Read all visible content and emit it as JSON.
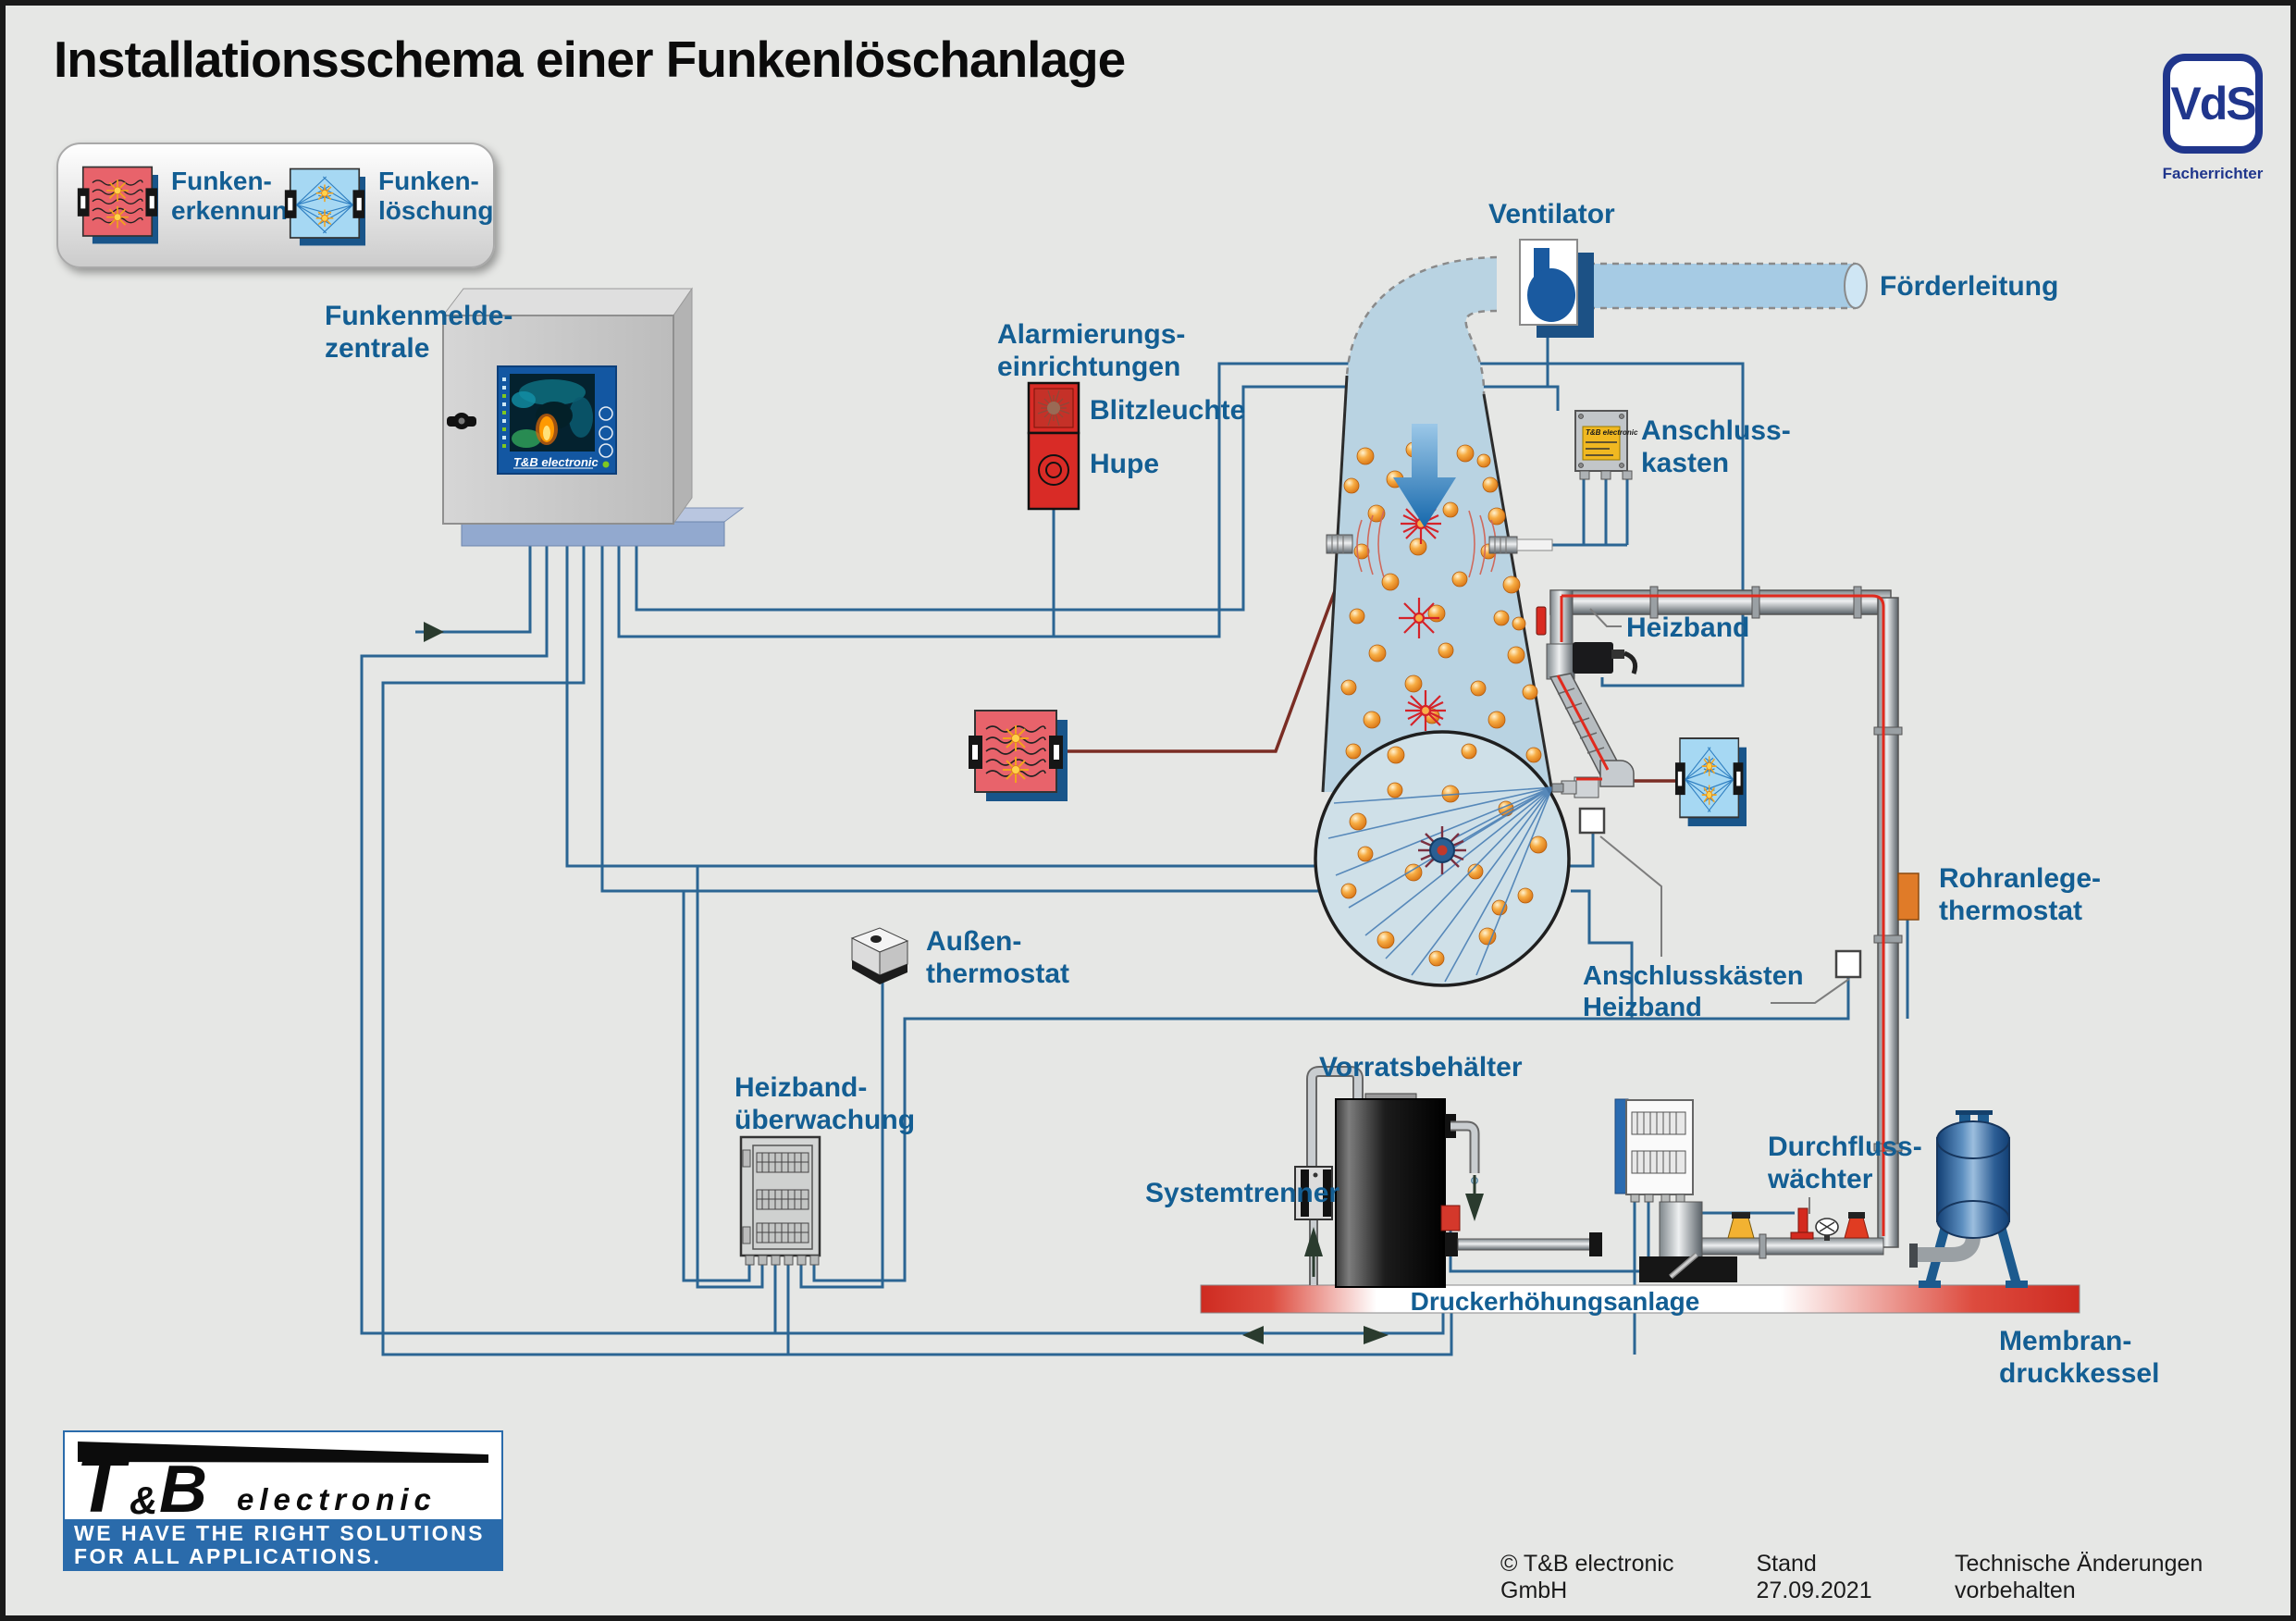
{
  "title": "Installationsschema einer Funkenlöschanlage",
  "vds": {
    "acronym": "VdS",
    "caption": "Facherrichter"
  },
  "legend": {
    "detection_label": "Funken-\nerkennung",
    "extinguishing_label": "Funken-\nlöschung"
  },
  "labels": {
    "funkenmeldezentrale": "Funkenmelde-\nzentrale",
    "alarmierungseinrichtungen": "Alarmierungs-\neinrichtungen",
    "blitzleuchte": "Blitzleuchte",
    "hupe": "Hupe",
    "ventilator": "Ventilator",
    "foerderleitung": "Förderleitung",
    "anschlusskasten": "Anschluss-\nkasten",
    "heizband": "Heizband",
    "rohranlegethermostat": "Rohranlege-\nthermostat",
    "anschlusskaesten_heizband": "Anschlusskästen\nHeizband",
    "aussenthermostat": "Außen-\nthermostat",
    "heizbandueberwachung": "Heizband-\nüberwachung",
    "vorratsbehaelter": "Vorratsbehälter",
    "systemtrenner": "Systemtrenner",
    "durchflusswaechter": "Durchfluss-\nwächter",
    "druckerhoehungsanlage": "Druckerhöhungsanlage",
    "membrandruckkessel": "Membran-\ndruckkessel"
  },
  "devices": {
    "zentrale_screen_brand": "T&B electronic",
    "anschlusskasten_brand": "T&B electronic"
  },
  "brand_logo": {
    "t": "T",
    "amp": "&",
    "b": "B",
    "electronic": "electronic",
    "tagline_line1": "WE HAVE THE RIGHT SOLUTIONS",
    "tagline_line2": "FOR ALL APPLICATIONS."
  },
  "footer": {
    "copyright": "© T&B electronic GmbH",
    "stand": "Stand 27.09.2021",
    "notice": "Technische Änderungen vorbehalten"
  },
  "colors": {
    "label_blue": "#135e93",
    "wire_blue": "#2b6593",
    "heizband_red": "#e02a1e",
    "alarm_red": "#d92b26",
    "duct_fill": "#b9d3e2",
    "brand_band_blue": "#2a6bab",
    "vds_blue": "#20368c",
    "platform_red": "#ce2b21",
    "detection_box_red": "#e8636b",
    "extinguish_box_blue": "#a6d8f3"
  }
}
